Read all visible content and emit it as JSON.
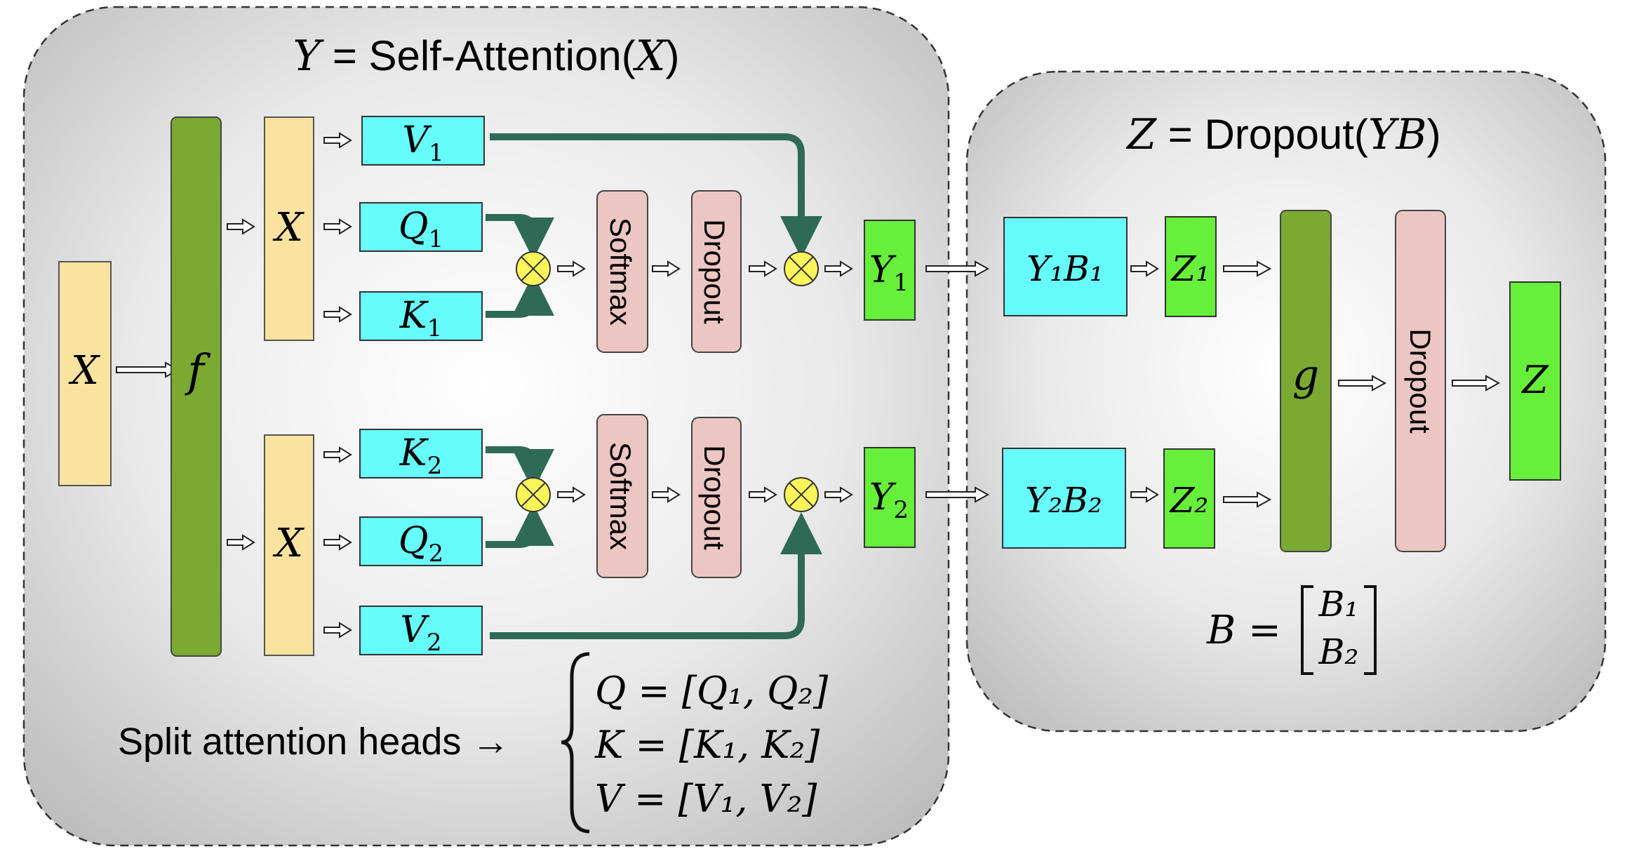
{
  "left_panel": {
    "title_y": "Y",
    "title_eq": " = Self-Attention(",
    "title_x": "X",
    "title_close": ")",
    "input_label": "X",
    "f_label": "f",
    "head1": {
      "x_label": "X",
      "v": "V",
      "v_sub": "1",
      "q": "Q",
      "q_sub": "1",
      "k": "K",
      "k_sub": "1",
      "softmax": "Softmax",
      "dropout": "Dropout",
      "y": "Y",
      "y_sub": "1"
    },
    "head2": {
      "x_label": "X",
      "k": "K",
      "k_sub": "2",
      "q": "Q",
      "q_sub": "2",
      "v": "V",
      "v_sub": "2",
      "softmax": "Softmax",
      "dropout": "Dropout",
      "y": "Y",
      "y_sub": "2"
    },
    "split_text": "Split attention heads →",
    "eq_q": "Q = [Q₁, Q₂]",
    "eq_k": "K = [K₁, K₂]",
    "eq_v": "V = [V₁, V₂]"
  },
  "right_panel": {
    "title_z": "Z",
    "title_eq": " = Dropout(",
    "title_yb": "YB",
    "title_close": ")",
    "y1b1": "Y₁B₁",
    "y2b2": "Y₂B₂",
    "z1": "Z₁",
    "z2": "Z₂",
    "g_label": "g",
    "dropout": "Dropout",
    "z_out": "Z",
    "b_eq": "B =",
    "b1": "B₁",
    "b2": "B₂"
  },
  "colors": {
    "input_yellow": "#fae39f",
    "green_dark": "#7aaa32",
    "cyan": "#66fcfc",
    "pink": "#ecc6c2",
    "green_bright": "#66f03a",
    "teal_arrow": "#2f6a57",
    "circle_yellow": "#fcf55a"
  }
}
